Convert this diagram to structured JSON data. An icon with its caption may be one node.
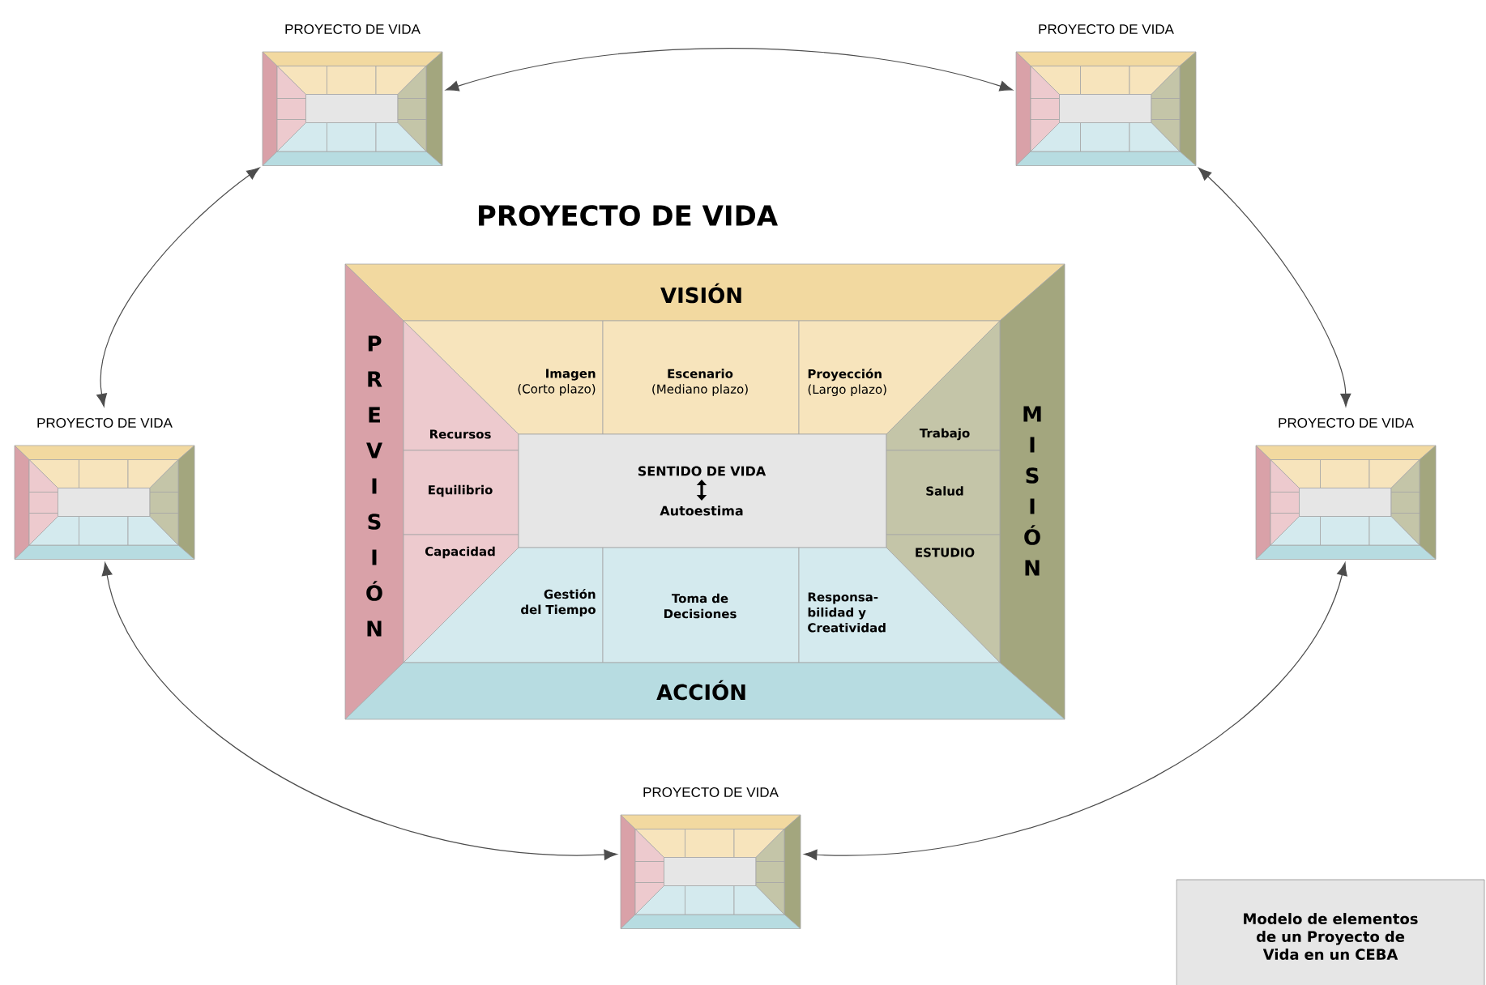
{
  "diagram": {
    "title": "PROYECTO DE VIDA",
    "nodes": [
      {
        "text": [
          "PROYECTO DE VIDA"
        ]
      },
      {
        "text": [
          "PROYECTO DE VIDA"
        ]
      },
      {
        "text": [
          "VISIÓN"
        ]
      },
      {
        "text": [
          "PREVISIÓN"
        ]
      },
      {
        "text": [
          "MISIÓN"
        ]
      },
      {
        "text": [
          "Imagen",
          "(Corto plazo)"
        ]
      },
      {
        "text": [
          "Escenario",
          "(Mediano plazo)"
        ]
      },
      {
        "text": [
          "Proyección",
          "(Largo plazo)"
        ]
      },
      {
        "text": [
          "Recursos"
        ]
      },
      {
        "text": [
          "Equilibrio"
        ]
      },
      {
        "text": [
          "Capacidad"
        ]
      },
      {
        "text": [
          "SENTIDO DE VIDA",
          "Autoestima"
        ]
      },
      {
        "text": [
          "Trabajo"
        ]
      },
      {
        "text": [
          "Salud"
        ]
      },
      {
        "text": [
          "ESTUDIO"
        ]
      },
      {
        "text": [
          "Gestión del Tiempo"
        ]
      },
      {
        "text": [
          "Toma de Decisiones"
        ]
      },
      {
        "text": [
          "Responsa- bilidad y Creatividad"
        ]
      },
      {
        "text": [
          "ACCIÓN"
        ]
      },
      {
        "text": [
          "PROYECTO DE VIDA"
        ]
      },
      {
        "text": [
          "PROYECTO DE VIDA"
        ]
      },
      {
        "text": [
          "PROYECTO DE VIDA"
        ]
      },
      {
        "text": [
          "Modelo de elementos de un Proyecto de Vida en un CEBA"
        ]
      }
    ],
    "edges": [
      {
        "from": 0,
        "to": 1,
        "arrow": "both"
      },
      {
        "from": 1,
        "to": 20,
        "arrow": "both"
      },
      {
        "from": 20,
        "to": 21,
        "arrow": "both"
      },
      {
        "from": 21,
        "to": 19,
        "arrow": "both"
      },
      {
        "from": 19,
        "to": 0,
        "arrow": "both"
      }
    ]
  }
}
